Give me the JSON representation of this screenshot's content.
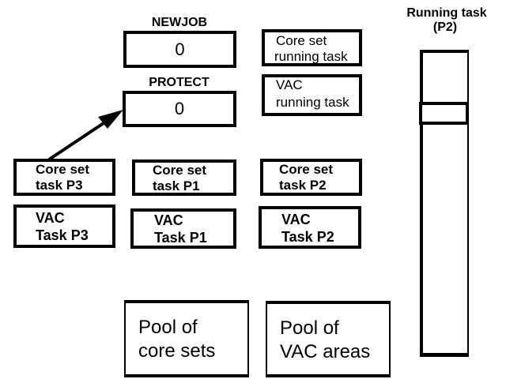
{
  "registers": {
    "newjob": {
      "label": "NEWJOB",
      "value": "0"
    },
    "protect": {
      "label": "PROTECT",
      "value": "0"
    }
  },
  "running": {
    "core_set": {
      "line1": "Core set",
      "line2": "running task"
    },
    "vac": {
      "line1": "VAC",
      "line2": "running task"
    }
  },
  "tasks": {
    "core_p3": {
      "line1": "Core set",
      "line2": "task P3"
    },
    "core_p1": {
      "line1": "Core set",
      "line2": "task P1"
    },
    "core_p2": {
      "line1": "Core set",
      "line2": "task P2"
    },
    "vac_p3": {
      "line1": "VAC",
      "line2": "Task P3"
    },
    "vac_p1": {
      "line1": "VAC",
      "line2": "Task P1"
    },
    "vac_p2": {
      "line1": "VAC",
      "line2": "Task P2"
    }
  },
  "pools": {
    "core": {
      "line1": "Pool of",
      "line2": "core sets"
    },
    "vac": {
      "line1": "Pool of",
      "line2": "VAC areas"
    }
  },
  "running_task": {
    "title_line1": "Running task",
    "title_line2": "(P2)"
  },
  "arrow": {
    "from": "Core set task P3",
    "to": "PROTECT"
  }
}
